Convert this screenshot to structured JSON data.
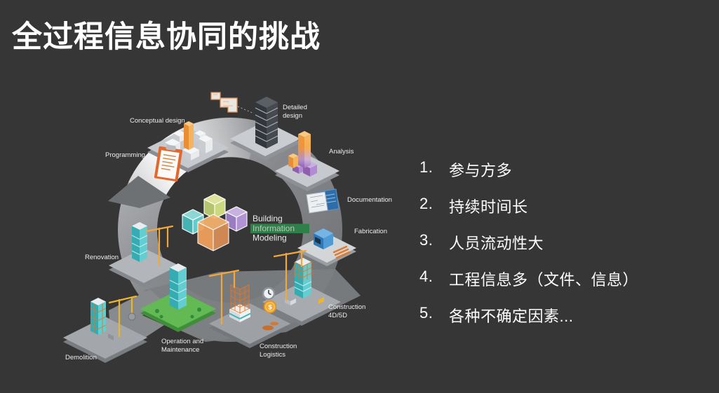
{
  "slide": {
    "title": "全过程信息协同的挑战",
    "background_color": "#363636"
  },
  "challenges": {
    "items": [
      {
        "num": "1.",
        "text": "参与方多"
      },
      {
        "num": "2.",
        "text": "持续时间长"
      },
      {
        "num": "3.",
        "text": "人员流动性大"
      },
      {
        "num": "4.",
        "text": "工程信息多（文件、信息）"
      },
      {
        "num": "5.",
        "text": "各种不确定因素..."
      }
    ]
  },
  "diagram": {
    "bim_logo": {
      "word1": "Building",
      "word2": "Information",
      "word3": "Modeling",
      "highlight_color": "#2e8048",
      "cube_colors": {
        "front": "#f2a15c",
        "left": "#65cbca",
        "top": "#dfe29a",
        "right": "#b193d3"
      }
    },
    "coin_symbol": "$",
    "stages": [
      {
        "id": "programming",
        "label": "Programming",
        "icon": "clipboard-icon"
      },
      {
        "id": "conceptual-design",
        "label": "Conceptual design",
        "icon": "city-blocks-icon"
      },
      {
        "id": "detailed-design",
        "lines": [
          "Detailed",
          "design"
        ],
        "icon": "skyscraper-floorplan-icon"
      },
      {
        "id": "analysis",
        "label": "Analysis",
        "icon": "analysis-tower-icon"
      },
      {
        "id": "documentation",
        "label": "Documentation",
        "icon": "blueprint-sheets-icon"
      },
      {
        "id": "fabrication",
        "label": "Fabrication",
        "icon": "fabrication-machine-icon"
      },
      {
        "id": "construction-4d5d",
        "lines": [
          "Construction",
          "4D/5D"
        ],
        "icon": "construction-crane-icon"
      },
      {
        "id": "construction-logistics",
        "lines": [
          "Construction",
          "Logistics"
        ],
        "icon": "scaffold-crane-icon"
      },
      {
        "id": "operation-maintenance",
        "lines": [
          "Operation and",
          "Maintenance"
        ],
        "icon": "green-campus-tower-icon"
      },
      {
        "id": "renovation",
        "label": "Renovation",
        "icon": "renovation-crane-icon"
      },
      {
        "id": "demolition",
        "label": "Demolition",
        "icon": "wrecking-ball-icon"
      }
    ],
    "colors": {
      "ring_light": "#cfd1d3",
      "ring_dark": "#6a6c6f",
      "accent_orange": "#ef9b3f",
      "accent_teal": "#3fb5bb",
      "accent_green": "#5fb554"
    }
  }
}
